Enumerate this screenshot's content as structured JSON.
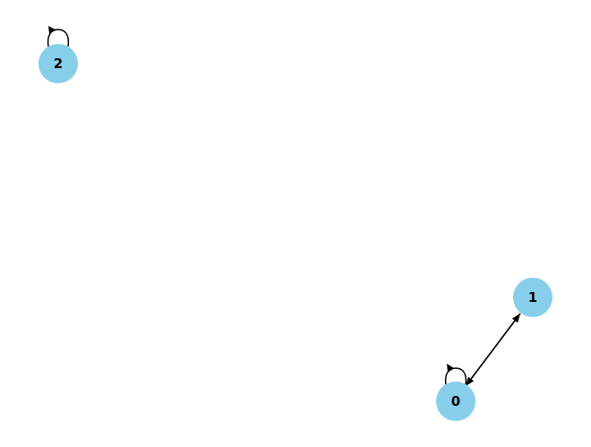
{
  "graph": {
    "directed": true,
    "colors": {
      "node_fill": "#87ceeb",
      "edge": "#000000",
      "label": "#000000",
      "background": "#ffffff"
    },
    "nodes": [
      {
        "id": "0",
        "label": "0"
      },
      {
        "id": "1",
        "label": "1"
      },
      {
        "id": "2",
        "label": "2"
      }
    ],
    "edges": [
      {
        "from": "0",
        "to": "0"
      },
      {
        "from": "0",
        "to": "1"
      },
      {
        "from": "1",
        "to": "0"
      },
      {
        "from": "2",
        "to": "2"
      }
    ]
  }
}
